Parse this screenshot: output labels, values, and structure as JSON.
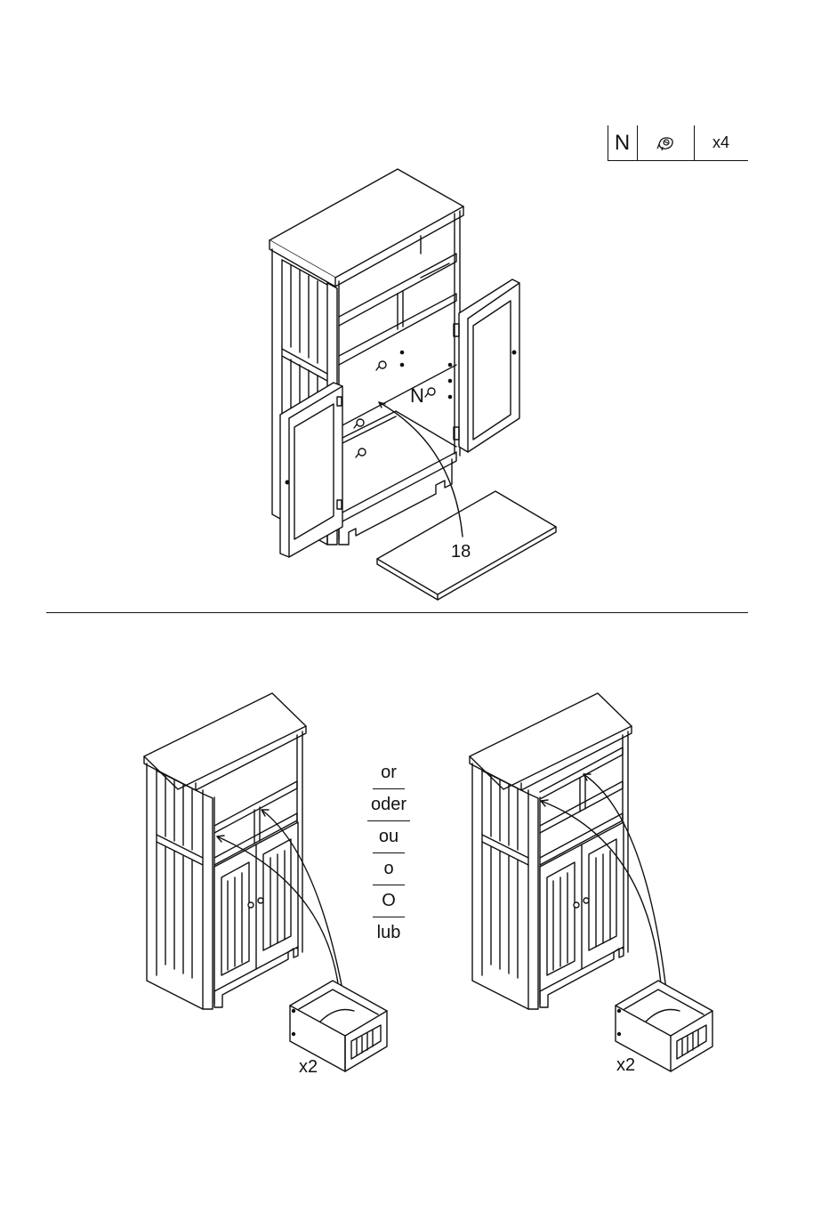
{
  "parts_table": {
    "letter": "N",
    "icon": "cam-lock-icon",
    "quantity": "x4"
  },
  "step_one": {
    "callout_part": "N",
    "callout_panel": "18"
  },
  "alternatives": [
    "or",
    "oder",
    "ou",
    "o",
    "O",
    "lub"
  ],
  "step_two": {
    "left_drawer_qty": "x2",
    "right_drawer_qty": "x2"
  }
}
